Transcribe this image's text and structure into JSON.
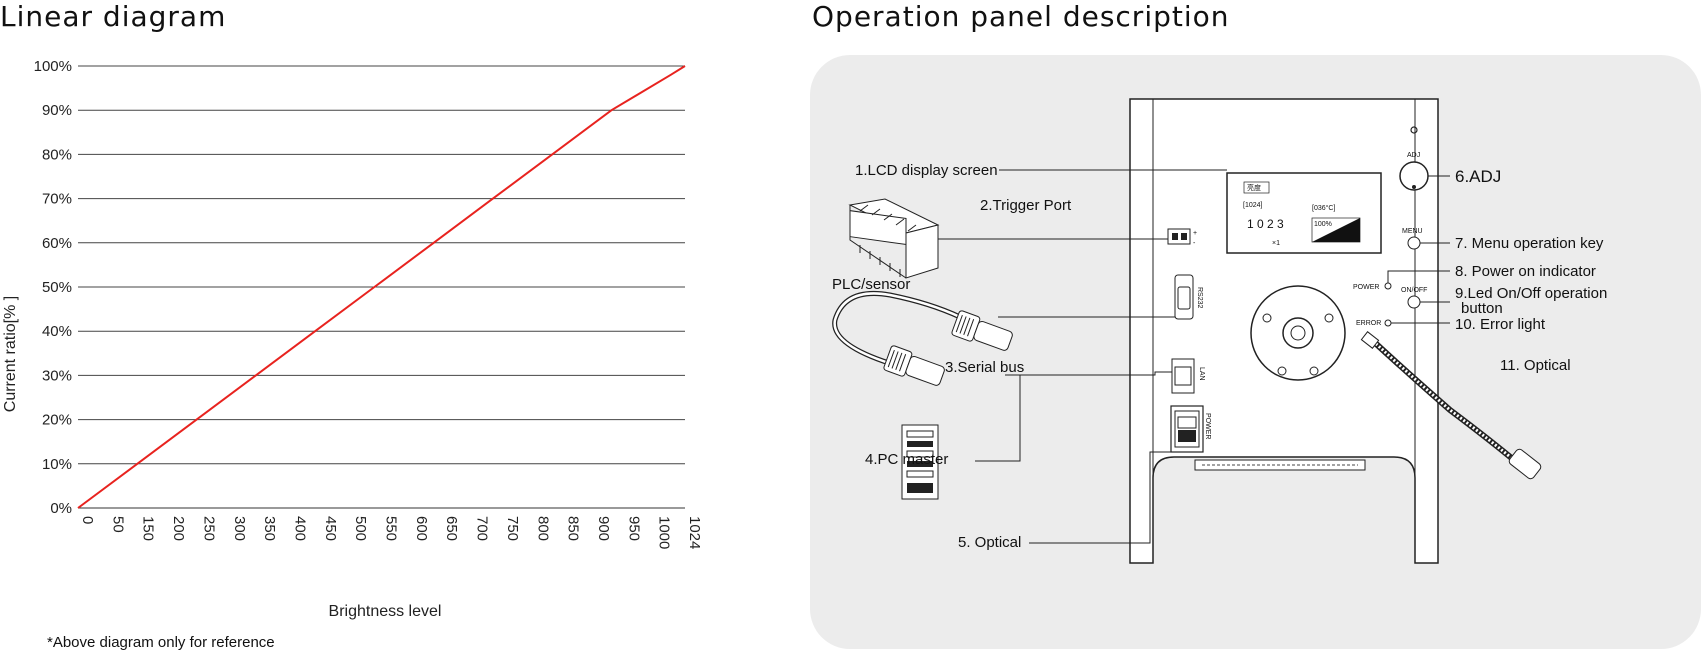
{
  "left_title": "Linear diagram",
  "right_title": "Operation panel description",
  "note": "*Above diagram only for reference",
  "chart_data": {
    "type": "line",
    "xlabel": "Brightness level",
    "ylabel": "Current ratio[% ]",
    "x_ticks": [
      "0",
      "50",
      "150",
      "200",
      "250",
      "300",
      "350",
      "400",
      "450",
      "500",
      "550",
      "600",
      "650",
      "700",
      "750",
      "800",
      "850",
      "900",
      "950",
      "1000",
      "1024"
    ],
    "y_ticks": [
      "0%",
      "10%",
      "20%",
      "30%",
      "40%",
      "50%",
      "60%",
      "70%",
      "80%",
      "90%",
      "100%"
    ],
    "xlim": [
      0,
      1024
    ],
    "ylim": [
      0,
      100
    ],
    "grid": "horizontal",
    "line_color": "#e8231f",
    "series": [
      {
        "x": [
          0,
          100,
          200,
          300,
          400,
          500,
          600,
          700,
          800,
          900,
          1000,
          1024
        ],
        "values": [
          0,
          10,
          20,
          30,
          40,
          50,
          60,
          70,
          80,
          90,
          98,
          100
        ]
      }
    ]
  },
  "panel": {
    "labels": {
      "lcd": "1.LCD display screen",
      "trigger": "2.Trigger Port",
      "plc": "PLC/sensor",
      "serial": "3.Serial bus",
      "pc": "4.PC master",
      "optical5": "5. Optical",
      "adj": "6.ADJ",
      "menu": "7. Menu operation key",
      "power": "8. Power on indicator",
      "onoff_1": "9.Led On/Off operation",
      "onoff_2": "button",
      "error": "10. Error light",
      "optical11": "11. Optical"
    },
    "device": {
      "lcd_tag": "亮度",
      "lcd_bracket": "[1024]",
      "lcd_value": "1 0 2 3",
      "lcd_mult": "×1",
      "lcd_temp": "[036°C]",
      "lcd_percent": "100%",
      "adj": "ADJ",
      "menu": "MENU",
      "power": "POWER",
      "onoff": "ON/OFF",
      "error": "ERROR",
      "rs232": "RS232",
      "lan": "LAN",
      "power_switch": "POWER",
      "plus": "+",
      "minus": "-"
    }
  }
}
